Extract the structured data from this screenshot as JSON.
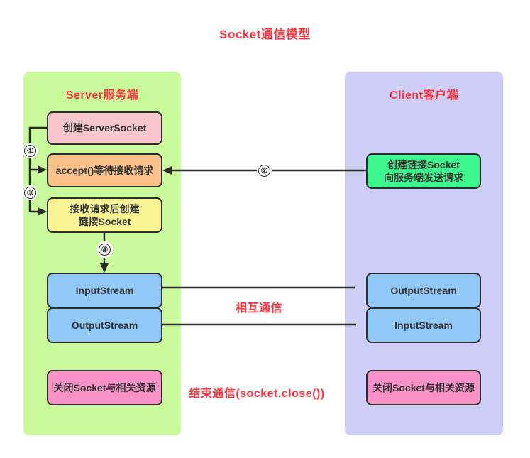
{
  "title": "Socket通信模型",
  "server": {
    "title": "Server服务端",
    "box_create": "创建ServerSocket",
    "box_accept": "accept()等待接收请求",
    "box_receive_line1": "接收请求后创建",
    "box_receive_line2": "链接Socket",
    "box_input": "InputStream",
    "box_output": "OutputStream",
    "box_close": "关闭Socket与相关资源"
  },
  "client": {
    "title": "Client客户端",
    "box_connect_line1": "创建链接Socket",
    "box_connect_line2": "向服务端发送请求",
    "box_output": "OutputStream",
    "box_input": "InputStream",
    "box_close": "关闭Socket与相关资源"
  },
  "steps": [
    "①",
    "②",
    "③",
    "④"
  ],
  "annotations": {
    "mutual": "相互通信",
    "close": "结束通信(socket.close())"
  },
  "colors": {
    "accent_red": "#fb3540",
    "server_panel": "#c9fb9d",
    "client_panel": "#cecdf6",
    "box_pink": "#f9c6cb",
    "box_orange": "#fbc189",
    "box_yellow": "#f9f393",
    "box_blue": "#90c8f8",
    "box_magenta": "#fa92c8",
    "box_green": "#3bf78e",
    "line": "#2b2b2b"
  }
}
